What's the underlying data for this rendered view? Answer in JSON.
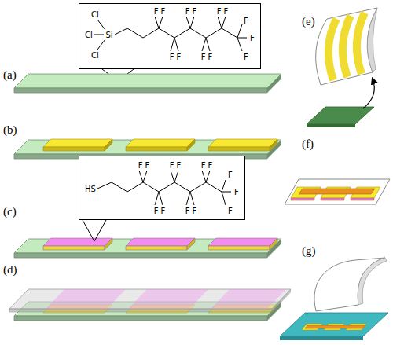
{
  "diagram": {
    "nodes": [
      {
        "text": [
          "Cl",
          "Cl",
          "Si",
          "Cl",
          "F F",
          "F F",
          "F F",
          "F F",
          "F F",
          "F",
          "F",
          "F"
        ]
      },
      {
        "text": [
          "HS",
          "F F",
          "F F",
          "F F",
          "F F",
          "F F",
          "F",
          "F",
          "F"
        ]
      }
    ],
    "labels": [
      "(a)",
      "(b)",
      "(c)",
      "(d)",
      "(e)",
      "(f)",
      "(g)"
    ]
  }
}
